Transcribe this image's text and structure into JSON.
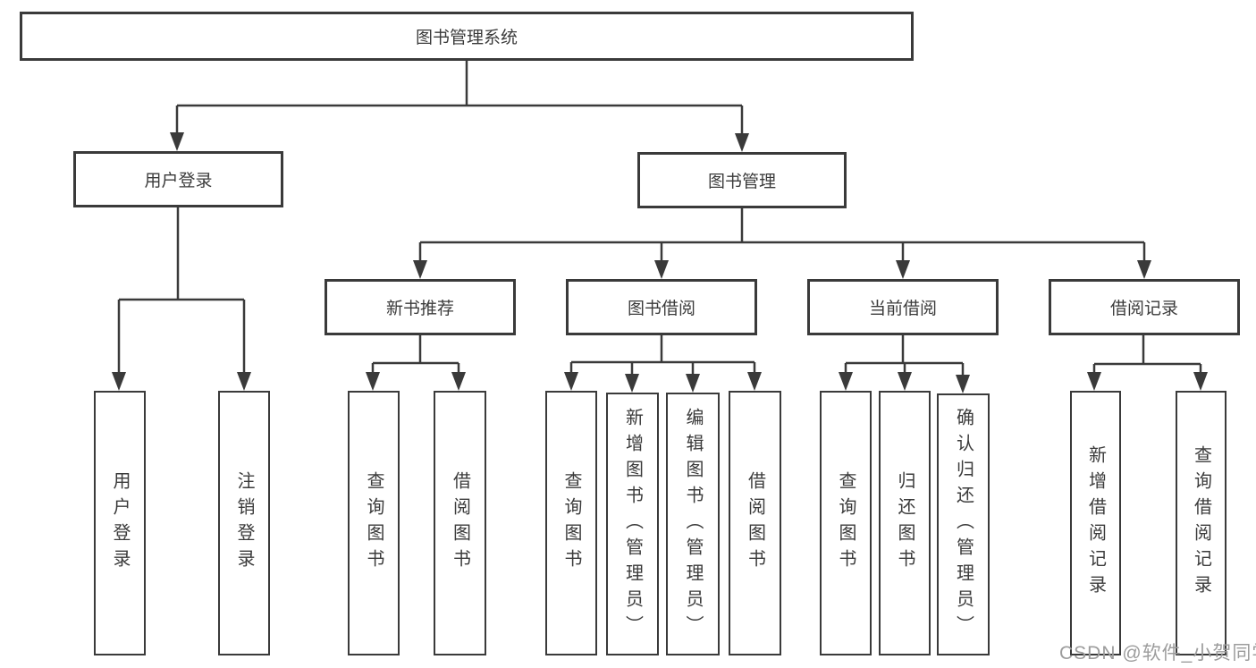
{
  "diagram": {
    "tree": {
      "label": "图书管理系统",
      "children": [
        {
          "label": "用户登录",
          "children": [
            {
              "label": "用户登录"
            },
            {
              "label": "注销登录"
            }
          ]
        },
        {
          "label": "图书管理",
          "children": [
            {
              "label": "新书推荐",
              "children": [
                {
                  "label": "查询图书"
                },
                {
                  "label": "借阅图书"
                }
              ]
            },
            {
              "label": "图书借阅",
              "children": [
                {
                  "label": "查询图书"
                },
                {
                  "label": "新增图书（管理员）"
                },
                {
                  "label": "编辑图书（管理员）"
                },
                {
                  "label": "借阅图书"
                }
              ]
            },
            {
              "label": "当前借阅",
              "children": [
                {
                  "label": "查询图书"
                },
                {
                  "label": "归还图书"
                },
                {
                  "label": "确认归还（管理员）"
                }
              ]
            },
            {
              "label": "借阅记录",
              "children": [
                {
                  "label": "新增借阅记录"
                },
                {
                  "label": "查询借阅记录"
                }
              ]
            }
          ]
        }
      ]
    },
    "watermark": "CSDN @软件_小贺同学",
    "colors": {
      "line": "#3a3a3a",
      "text": "#3b3b3b",
      "box_background": "#ffffff",
      "watermark": "#9c9c9c"
    }
  }
}
